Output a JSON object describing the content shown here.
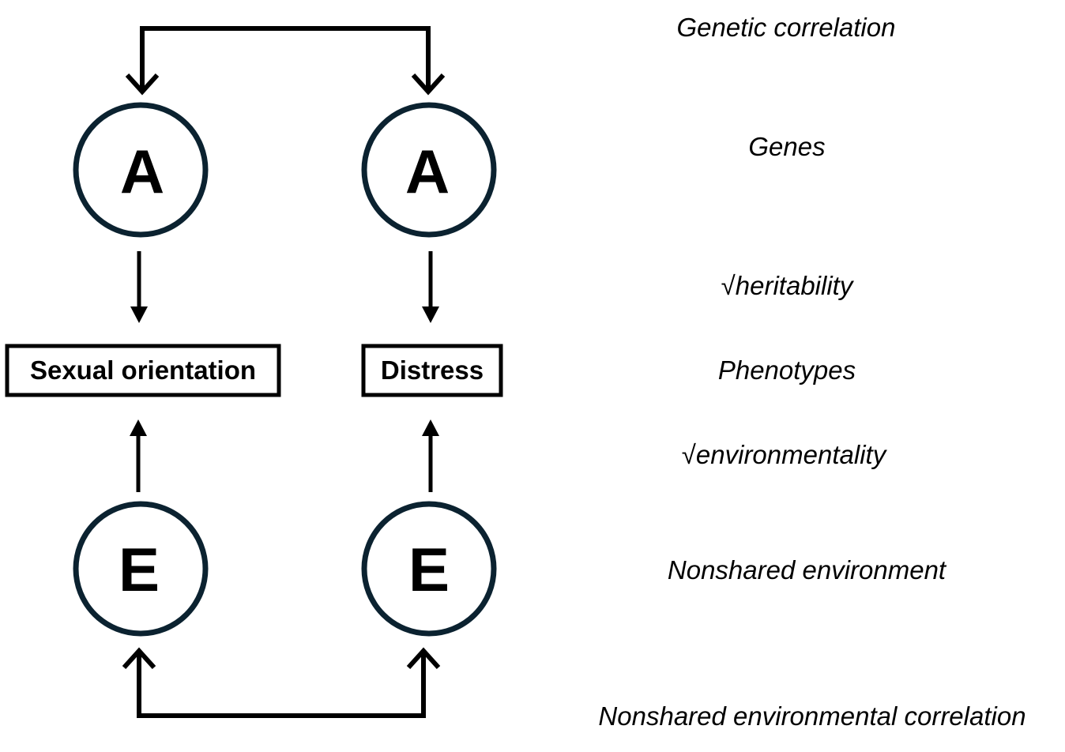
{
  "colors": {
    "circle_stroke": "#0b2230",
    "line": "#000000",
    "text": "#000000"
  },
  "nodes": {
    "genes_left": "A",
    "genes_right": "A",
    "env_left": "E",
    "env_right": "E"
  },
  "phenotypes": {
    "left": "Sexual orientation",
    "right": "Distress"
  },
  "labels": {
    "genetic_correlation": "Genetic correlation",
    "genes": "Genes",
    "heritability": "√heritability",
    "phenotypes": "Phenotypes",
    "environmentality": "√environmentality",
    "nonshared_environment": "Nonshared environment",
    "nonshared_env_correlation": "Nonshared environmental correlation"
  }
}
